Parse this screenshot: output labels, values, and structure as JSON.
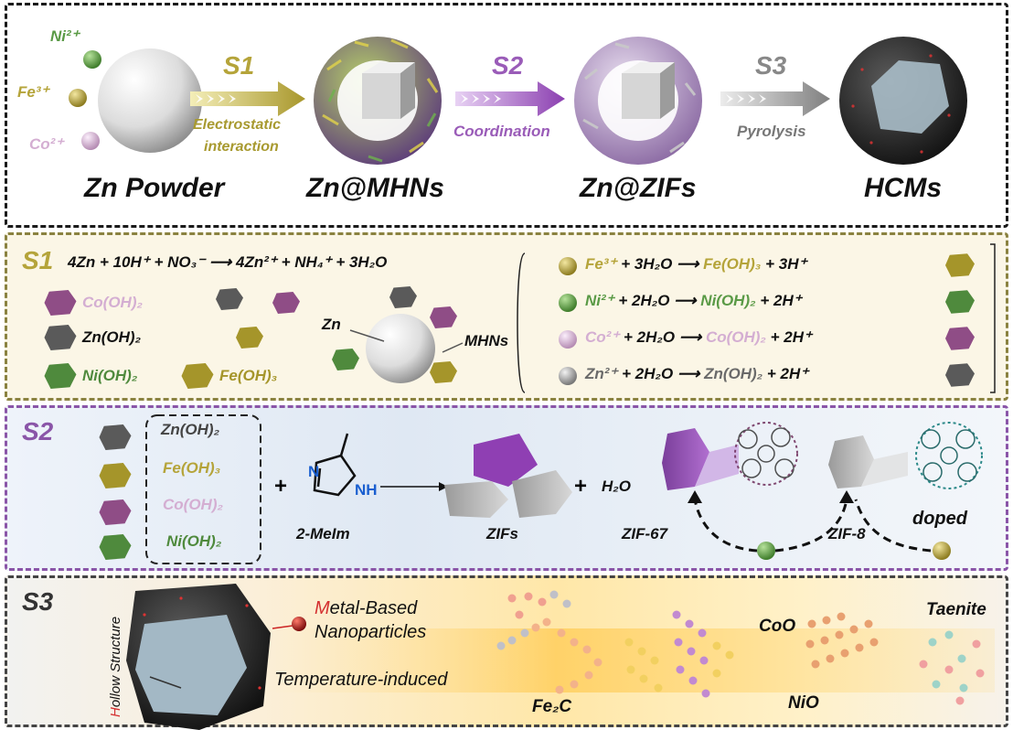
{
  "colors": {
    "fe": "#b5a43a",
    "ni": "#5a9a46",
    "co": "#d9b6d6",
    "zn": "#6a6a6a",
    "s1": "#b5a43a",
    "s2": "#9a5cb8",
    "s3": "#888888",
    "metal_m": "#d43030"
  },
  "top": {
    "ions": {
      "ni": "Ni²⁺",
      "fe": "Fe³⁺",
      "co": "Co²⁺"
    },
    "steps": [
      {
        "tag": "S1",
        "lines": [
          "Electrostatic",
          "interaction"
        ]
      },
      {
        "tag": "S2",
        "lines": [
          "Coordination"
        ]
      },
      {
        "tag": "S3",
        "lines": [
          "Pyrolysis"
        ]
      }
    ],
    "names": [
      "Zn Powder",
      "Zn@MHNs",
      "Zn@ZIFs",
      "HCMs"
    ]
  },
  "s1": {
    "tag": "S1",
    "main_eq": "4Zn + 10H⁺ + NO₃⁻ ⟶ 4Zn²⁺ + NH₄⁺ + 3H₂O",
    "hydroxides": [
      "Co(OH)₂",
      "Zn(OH)₂",
      "Ni(OH)₂",
      "Fe(OH)₃"
    ],
    "zn_label": "Zn",
    "mhns_label": "MHNs",
    "reactions": [
      {
        "left": "Fe³⁺",
        "mid": "+ 3H₂O ⟶",
        "product": "Fe(OH)₃",
        "tail": "+ 3H⁺"
      },
      {
        "left": "Ni²⁺",
        "mid": "+ 2H₂O ⟶",
        "product": "Ni(OH)₂",
        "tail": "+ 2H⁺"
      },
      {
        "left": "Co²⁺",
        "mid": "+ 2H₂O ⟶",
        "product": "Co(OH)₂",
        "tail": "+ 2H⁺"
      },
      {
        "left": "Zn²⁺",
        "mid": "+ 2H₂O ⟶",
        "product": "Zn(OH)₂",
        "tail": "+ 2H⁺"
      }
    ]
  },
  "s2": {
    "tag": "S2",
    "hydroxides": [
      "Zn(OH)₂",
      "Fe(OH)₃",
      "Co(OH)₂",
      "Ni(OH)₂"
    ],
    "plus1": "+",
    "n_label": "N",
    "nh_label": "NH",
    "melm": "2-MeIm",
    "zifs": "ZIFs",
    "plus2": "+",
    "water": "H₂O",
    "zif67": "ZIF-67",
    "zif8": "ZIF-8",
    "doped": "doped"
  },
  "s3": {
    "tag": "S3",
    "hollow_first": "H",
    "hollow_rest": "ollow Structure",
    "metal_first": "M",
    "metal_rest": "etal-Based",
    "nanoparticles": "Nanoparticles",
    "temperature": "Temperature-induced",
    "phases": [
      "Fe₂C",
      "CoO",
      "NiO",
      "Taenite"
    ]
  }
}
